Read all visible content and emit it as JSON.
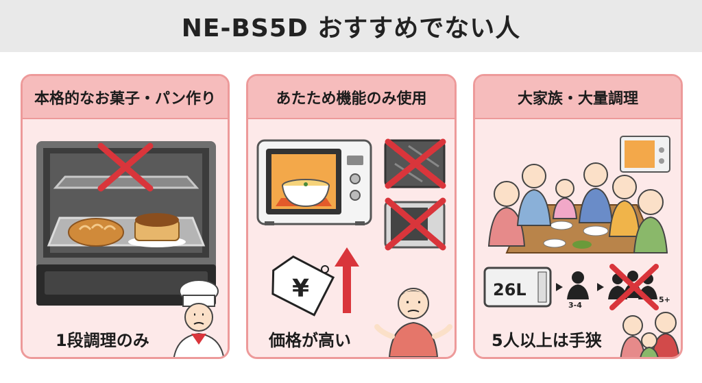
{
  "page": {
    "title": "NE-BS5D おすすめでない人"
  },
  "cards": [
    {
      "title": "本格的なお菓子・パン作り",
      "caption": "1段調理のみ",
      "icons": [
        "oven-interior-icon",
        "cross-icon",
        "bread-icon",
        "cake-icon",
        "chef-icon"
      ]
    },
    {
      "title": "あたため機能のみ使用",
      "caption": "価格が高い",
      "icons": [
        "microwave-icon",
        "soup-bowl-icon",
        "grill-plate-icon",
        "cross-icon",
        "price-tag-icon",
        "arrow-up-icon",
        "person-shrug-icon"
      ],
      "price_symbol": "¥"
    },
    {
      "title": "大家族・大量調理",
      "caption": "5人以上は手狭",
      "icons": [
        "family-dinner-icon",
        "microwave-icon",
        "people-group-icon",
        "cross-icon"
      ],
      "capacity_label": "26L",
      "fits_label": "3-4",
      "too_many_label": "5+"
    }
  ],
  "colors": {
    "accent": "#d9353b",
    "card_bg": "#fde9e9",
    "card_head": "#f6bcbc",
    "card_border": "#ed9a9a",
    "title_bar": "#e9e9e9"
  }
}
